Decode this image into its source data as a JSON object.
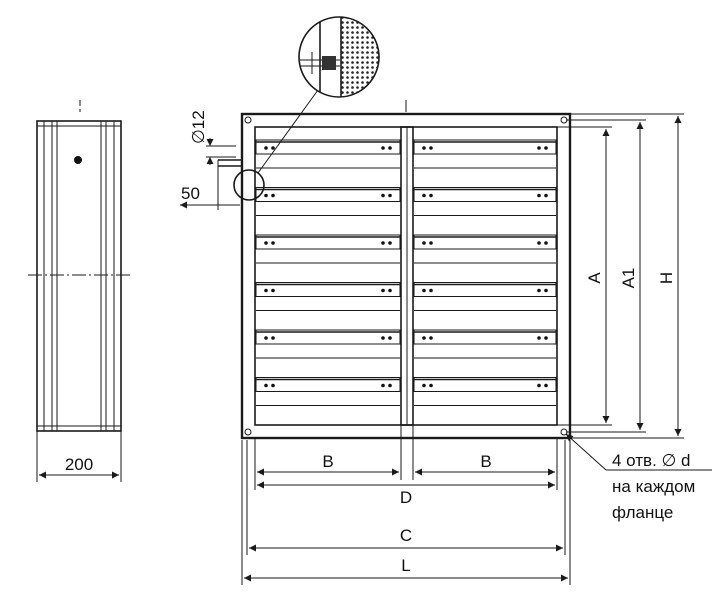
{
  "labels": {
    "side_width": "200",
    "hole_dia": "∅12",
    "offset": "50",
    "b_left": "B",
    "b_right": "B",
    "d": "D",
    "c": "C",
    "l": "L",
    "a": "A",
    "a1": "A1",
    "h": "H",
    "note_line1": "4 отв. ∅ d",
    "note_line2": "на каждом",
    "note_line3": "фланце"
  },
  "blades": {
    "count_per_section": 6,
    "sections": 2
  }
}
